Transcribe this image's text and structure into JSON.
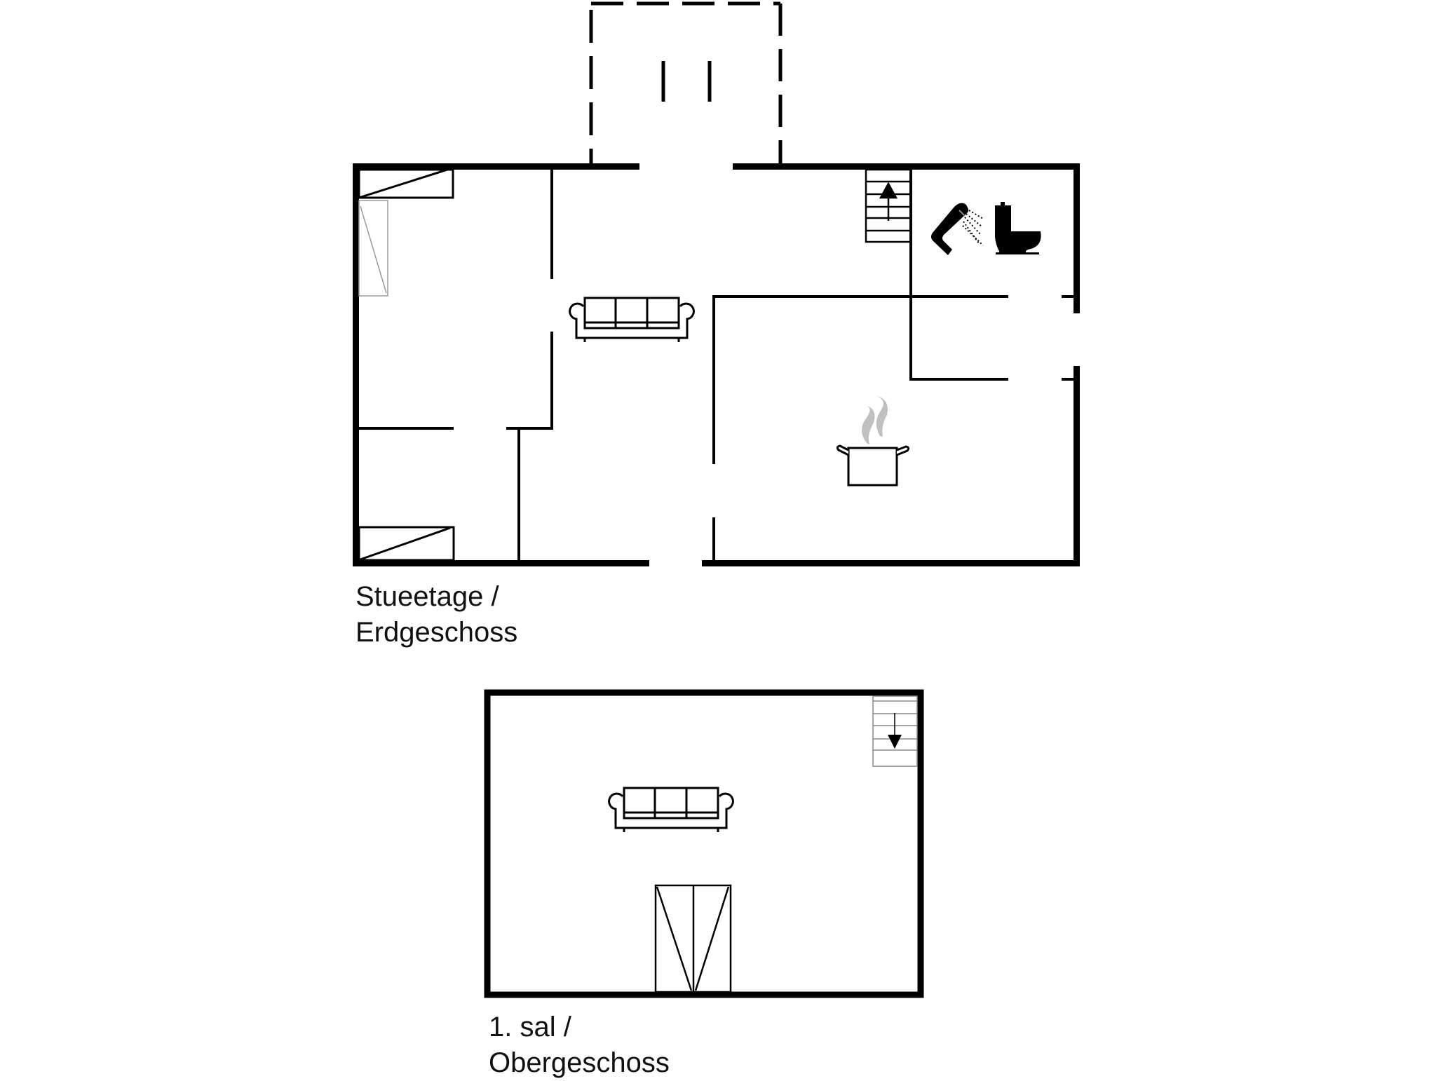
{
  "colors": {
    "wall": "#000000",
    "background": "#ffffff",
    "furniture_thin": "#9a9a9a",
    "steam": "#c0c0c0"
  },
  "floors": [
    {
      "id": "ground-floor",
      "label_line1": "Stueetage /",
      "label_line2": "Erdgeschoss",
      "rooms": [
        "bedroom-upper-left",
        "bedroom-lower-left",
        "living-room",
        "bathroom",
        "kitchen",
        "hall"
      ],
      "icons": [
        "double-bed-icon",
        "single-bed-icon",
        "sofa-icon",
        "stairs-up-icon",
        "shower-icon",
        "toilet-icon",
        "cooking-pot-icon"
      ],
      "extras": [
        "dashed-terrace-outline"
      ]
    },
    {
      "id": "upper-floor",
      "label_line1": "1. sal /",
      "label_line2": "Obergeschoss",
      "icons": [
        "stairs-down-icon",
        "sofa-icon",
        "twin-beds-icon"
      ]
    }
  ]
}
